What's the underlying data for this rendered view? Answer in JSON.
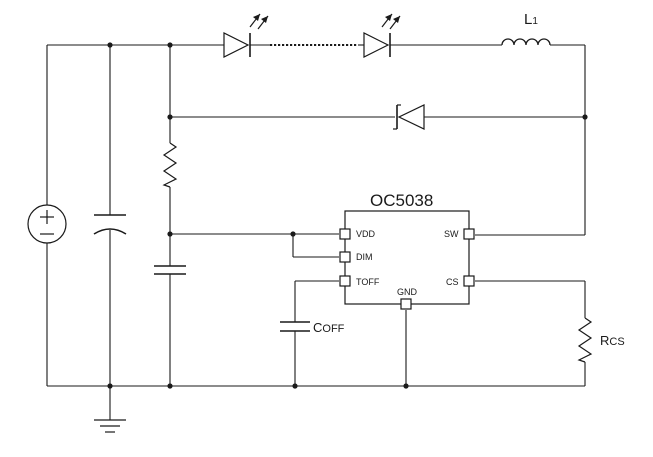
{
  "ic": {
    "name": "OC5038",
    "pins": {
      "vdd": "VDD",
      "dim": "DIM",
      "toff": "TOFF",
      "gnd": "GND",
      "sw": "SW",
      "cs": "CS"
    }
  },
  "labels": {
    "inductor_main": "L",
    "inductor_sub": "1",
    "coff_main": "C",
    "coff_sub": "OFF",
    "rcs_main": "R",
    "rcs_sub": "CS"
  }
}
